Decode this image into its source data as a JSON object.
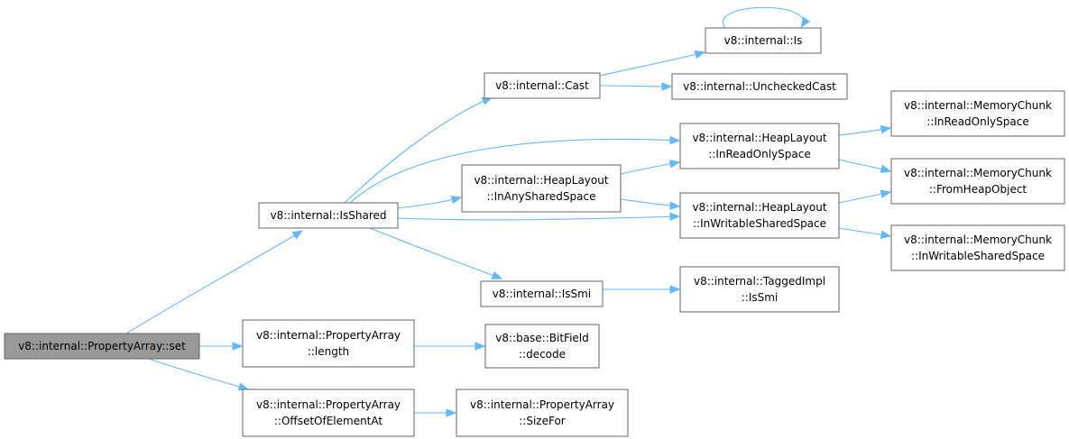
{
  "diagram": {
    "type": "call-graph",
    "nodes": [
      {
        "id": "set",
        "lines": [
          "v8::internal::PropertyArray::set"
        ],
        "root": true
      },
      {
        "id": "isshared",
        "lines": [
          "v8::internal::IsShared"
        ]
      },
      {
        "id": "length",
        "lines": [
          "v8::internal::PropertyArray",
          "::length"
        ]
      },
      {
        "id": "offset",
        "lines": [
          "v8::internal::PropertyArray",
          "::OffsetOfElementAt"
        ]
      },
      {
        "id": "cast",
        "lines": [
          "v8::internal::Cast"
        ]
      },
      {
        "id": "anyshared",
        "lines": [
          "v8::internal::HeapLayout",
          "::InAnySharedSpace"
        ]
      },
      {
        "id": "issmi",
        "lines": [
          "v8::internal::IsSmi"
        ]
      },
      {
        "id": "decode",
        "lines": [
          "v8::base::BitField",
          "::decode"
        ]
      },
      {
        "id": "sizefor",
        "lines": [
          "v8::internal::PropertyArray",
          "::SizeFor"
        ]
      },
      {
        "id": "is",
        "lines": [
          "v8::internal::Is"
        ]
      },
      {
        "id": "unchecked",
        "lines": [
          "v8::internal::UncheckedCast"
        ]
      },
      {
        "id": "hl_readonly",
        "lines": [
          "v8::internal::HeapLayout",
          "::InReadOnlySpace"
        ]
      },
      {
        "id": "hl_writable",
        "lines": [
          "v8::internal::HeapLayout",
          "::InWritableSharedSpace"
        ]
      },
      {
        "id": "tagged_issmi",
        "lines": [
          "v8::internal::TaggedImpl",
          "::IsSmi"
        ]
      },
      {
        "id": "mc_readonly",
        "lines": [
          "v8::internal::MemoryChunk",
          "::InReadOnlySpace"
        ]
      },
      {
        "id": "mc_fromheap",
        "lines": [
          "v8::internal::MemoryChunk",
          "::FromHeapObject"
        ]
      },
      {
        "id": "mc_writable",
        "lines": [
          "v8::internal::MemoryChunk",
          "::InWritableSharedSpace"
        ]
      }
    ],
    "edges": [
      [
        "set",
        "isshared"
      ],
      [
        "set",
        "length"
      ],
      [
        "set",
        "offset"
      ],
      [
        "isshared",
        "cast"
      ],
      [
        "isshared",
        "anyshared"
      ],
      [
        "isshared",
        "hl_readonly"
      ],
      [
        "isshared",
        "hl_writable"
      ],
      [
        "isshared",
        "issmi"
      ],
      [
        "cast",
        "is"
      ],
      [
        "cast",
        "unchecked"
      ],
      [
        "is",
        "is"
      ],
      [
        "anyshared",
        "hl_readonly"
      ],
      [
        "anyshared",
        "hl_writable"
      ],
      [
        "hl_readonly",
        "mc_readonly"
      ],
      [
        "hl_readonly",
        "mc_fromheap"
      ],
      [
        "hl_writable",
        "mc_fromheap"
      ],
      [
        "hl_writable",
        "mc_writable"
      ],
      [
        "issmi",
        "tagged_issmi"
      ],
      [
        "length",
        "decode"
      ],
      [
        "offset",
        "sizefor"
      ]
    ]
  }
}
